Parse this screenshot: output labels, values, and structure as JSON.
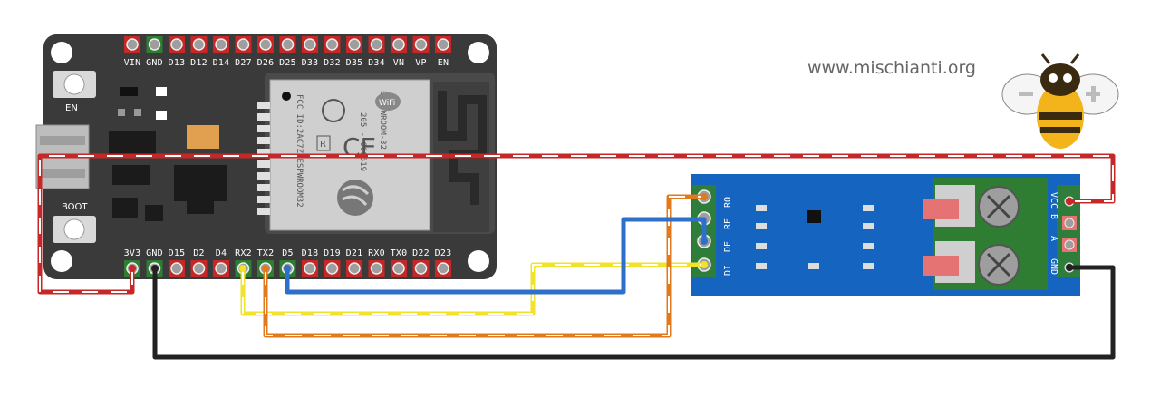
{
  "site": {
    "url": "www.mischianti.org"
  },
  "esp32": {
    "top_pins": [
      "VIN",
      "GND",
      "D13",
      "D12",
      "D14",
      "D27",
      "D26",
      "D25",
      "D33",
      "D32",
      "D35",
      "D34",
      "VN",
      "VP",
      "EN"
    ],
    "bottom_pins": [
      "3V3",
      "GND",
      "D15",
      "D2",
      "D4",
      "RX2",
      "TX2",
      "D5",
      "D18",
      "D19",
      "D21",
      "RX0",
      "TX0",
      "D22",
      "D23"
    ],
    "en_label": "EN",
    "boot_label": "BOOT",
    "module_name": "ESP-WROOM-32",
    "wifi_text": "WiFi",
    "ce_text": "CE",
    "r_text": "R",
    "fcc_text": "FCC ID:2AC7Z-ESPWROOM32",
    "code_text": "205 - 000519"
  },
  "rs485": {
    "left_pins": [
      "RO",
      "RE",
      "DE",
      "DI"
    ],
    "right_pins": [
      "VCC",
      "B",
      "A",
      "GND"
    ]
  },
  "colors": {
    "board": "#3a3a3a",
    "module": "#cfcfcf",
    "rs485_board": "#1565c0",
    "wire_power": "#c62828",
    "wire_ground": "#222222",
    "wire_tx": "#f2e22a",
    "wire_rx": "#e07a1c",
    "wire_de_re": "#2e6fc9"
  }
}
